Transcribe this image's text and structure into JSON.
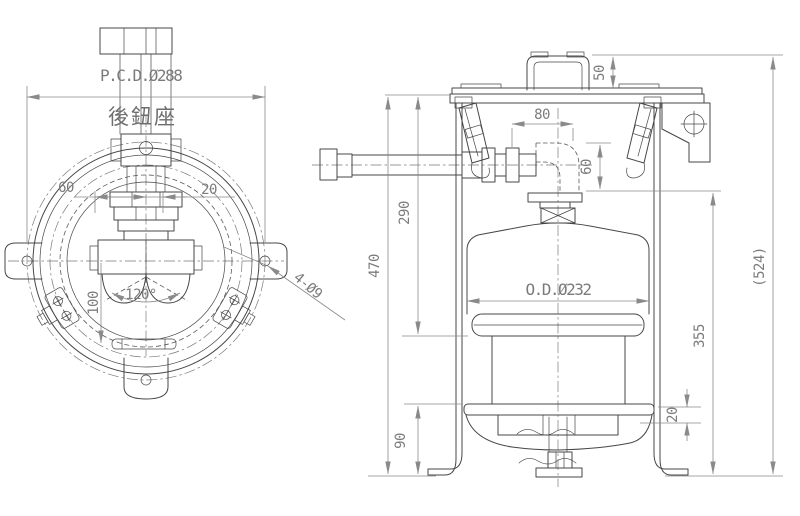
{
  "front_view": {
    "pcd_label": "P.C.D.Ø288",
    "seat_label": "後鈕座",
    "dim_60": "60",
    "dim_20": "20",
    "dim_100": "100",
    "angle_120": "120°",
    "holes_label": "4-Ø9"
  },
  "side_view": {
    "dim_50": "50",
    "dim_80": "80",
    "dim_60": "60",
    "dim_290": "290",
    "dim_470": "470",
    "dim_90": "90",
    "dim_20": "20",
    "dim_355": "355",
    "dim_overall": "(524)",
    "od_label": "O.D.Ø232"
  },
  "colors": {
    "background": "#ffffff",
    "line": "#474747",
    "dim_line": "#8a8a8a",
    "text": "#7b7b7b"
  }
}
